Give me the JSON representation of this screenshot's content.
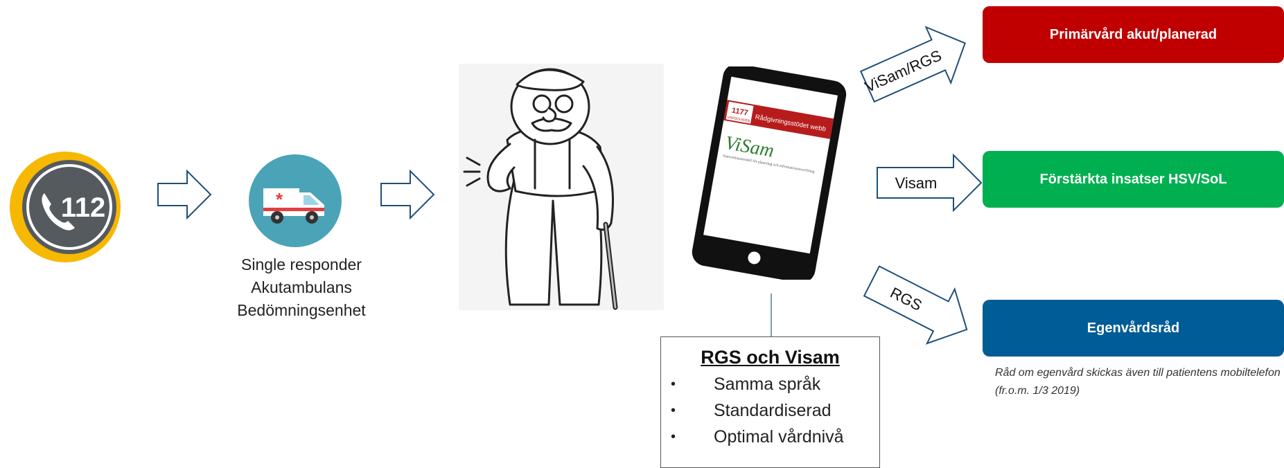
{
  "call_icon": {
    "number": "112"
  },
  "responder": {
    "lines": [
      "Single responder",
      "Akutambulans",
      "Bedömningsenhet"
    ]
  },
  "tablet": {
    "banner_badge": "1177",
    "banner_badge_sub": "VÅRDGUIDEN",
    "banner_text": "Rådgivningsstödet webb",
    "visam_logo": "ViSam",
    "visam_subtitle": "Samverkansmodell för planering och informationsöverföring"
  },
  "info_box": {
    "title": "RGS och Visam",
    "bullets": [
      "Samma språk",
      "Standardiserad",
      "Optimal vårdnivå"
    ]
  },
  "arrows": {
    "top_label": "ViSam/RGS",
    "middle_label": "Visam",
    "bottom_label": "RGS"
  },
  "outcomes": [
    {
      "label": "Primärvård akut/planerad",
      "color": "#C00000"
    },
    {
      "label": "Förstärkta insatser HSV/SoL",
      "color": "#00B050"
    },
    {
      "label": "Egenvårdsråd",
      "color": "#005C97"
    }
  ],
  "note": "Råd om egenvård skickas även till patientens mobiltelefon (fr.o.m. 1/3 2019)"
}
